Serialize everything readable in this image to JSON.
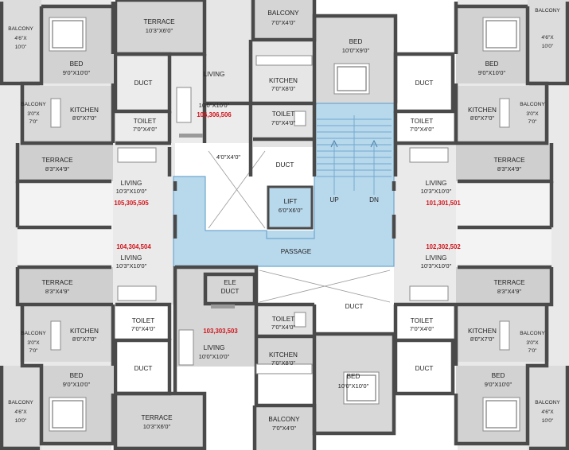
{
  "colors": {
    "background": "#ffffff",
    "floor_light": "#ececec",
    "floor_mid": "#d9d9d9",
    "floor_dark": "#c8c8c8",
    "core_blue": "#b8d8ec",
    "core_stroke": "#6fa8cf",
    "wall": "#4a4a4a",
    "unit_label": "#d0141b"
  },
  "rooms": {
    "terrace_top": {
      "name": "TERRACE",
      "dim": "10'3\"X6'0\""
    },
    "balcony_top_center": {
      "name": "BALCONY",
      "dim": "7'0\"X4'0\""
    },
    "bed_top_center": {
      "name": "BED",
      "dim": "10'0\"X9'0\""
    },
    "balcony_top_left": {
      "name": "BALCONY",
      "dim1": "4'6\"X",
      "dim2": "10'0\""
    },
    "balcony_top_right": {
      "name": "BALCONY",
      "dim1": "4'6\"X",
      "dim2": "10'0\""
    },
    "bed_top_left": {
      "name": "BED",
      "dim": "9'0\"X10'0\""
    },
    "bed_top_right": {
      "name": "BED",
      "dim": "9'0\"X10'0\""
    },
    "duct_tl": {
      "name": "DUCT"
    },
    "duct_tr": {
      "name": "DUCT"
    },
    "living_top": {
      "name": "LIVING",
      "dim": "10'0\"X10'0\""
    },
    "kitchen_top_center": {
      "name": "KITCHEN",
      "dim": "7'0\"X8'0\""
    },
    "toilet_top_center": {
      "name": "TOILET",
      "dim": "7'0\"X4'0\""
    },
    "toilet_tl": {
      "name": "TOILET",
      "dim": "7'0\"X4'0\""
    },
    "toilet_tr": {
      "name": "TOILET",
      "dim": "7'0\"X4'0\""
    },
    "balcony_ml_top": {
      "name": "BALCONY",
      "dim1": "3'0\"X",
      "dim2": "7'0\""
    },
    "balcony_mr_top": {
      "name": "BALCONY",
      "dim1": "3'0\"X",
      "dim2": "7'0\""
    },
    "kitchen_l_top": {
      "name": "KITCHEN",
      "dim": "8'0\"X7'0\""
    },
    "kitchen_r_top": {
      "name": "KITCHEN",
      "dim": "8'0\"X7'0\""
    },
    "lobby_small": {
      "dim": "4'0\"X4'0\""
    },
    "duct_core_top": {
      "name": "DUCT"
    },
    "terrace_l_top": {
      "name": "TERRACE",
      "dim": "8'3\"X4'9\""
    },
    "terrace_r_top": {
      "name": "TERRACE",
      "dim": "8'3\"X4'9\""
    },
    "living_l_top": {
      "name": "LIVING",
      "dim": "10'3\"X10'0\""
    },
    "living_r_top": {
      "name": "LIVING",
      "dim": "10'3\"X10'0\""
    },
    "lift": {
      "name": "LIFT",
      "dim": "6'0\"X6'0\""
    },
    "stair_up": "UP",
    "stair_dn": "DN",
    "passage": "PASSAGE",
    "living_l_bottom": {
      "name": "LIVING",
      "dim": "10'3\"X10'0\""
    },
    "living_r_bottom": {
      "name": "LIVING",
      "dim": "10'3\"X10'0\""
    },
    "terrace_l_bottom": {
      "name": "TERRACE",
      "dim": "8'3\"X4'9\""
    },
    "terrace_r_bottom": {
      "name": "TERRACE",
      "dim": "8'3\"X4'9\""
    },
    "ele_duct": {
      "line1": "ELE",
      "line2": "DUCT"
    },
    "duct_center": {
      "name": "DUCT"
    },
    "toilet_bl": {
      "name": "TOILET",
      "dim": "7'0\"X4'0\""
    },
    "toilet_bottom_center": {
      "name": "TOILET",
      "dim": "7'0\"X4'0\""
    },
    "toilet_br": {
      "name": "TOILET",
      "dim": "7'0\"X4'0\""
    },
    "balcony_ml_bottom": {
      "name": "BALCONY",
      "dim1": "3'0\"X",
      "dim2": "7'0\""
    },
    "balcony_mr_bottom": {
      "name": "BALCONY",
      "dim1": "3'0\"X",
      "dim2": "7'0\""
    },
    "kitchen_l_bottom": {
      "name": "KITCHEN",
      "dim": "8'0\"X7'0\""
    },
    "kitchen_r_bottom": {
      "name": "KITCHEN",
      "dim": "8'0\"X7'0\""
    },
    "living_bottom": {
      "name": "LIVING",
      "dim": "10'0\"X10'0\""
    },
    "kitchen_bottom_center": {
      "name": "KITCHEN",
      "dim": "7'0\"X8'0\""
    },
    "duct_bl": {
      "name": "DUCT"
    },
    "duct_br": {
      "name": "DUCT"
    },
    "bed_bottom_center": {
      "name": "BED",
      "dim": "10'0\"X10'0\""
    },
    "bed_bottom_left": {
      "name": "BED",
      "dim": "9'0\"X10'0\""
    },
    "bed_bottom_right": {
      "name": "BED",
      "dim": "9'0\"X10'0\""
    },
    "balcony_bottom_left": {
      "name": "BALCONY",
      "dim1": "4'6\"X",
      "dim2": "10'0\""
    },
    "balcony_bottom_right": {
      "name": "BALCONY",
      "dim1": "4'6\"X",
      "dim2": "10'0\""
    },
    "terrace_bottom": {
      "name": "TERRACE",
      "dim": "10'3\"X6'0\""
    },
    "balcony_bottom_center": {
      "name": "BALCONY",
      "dim": "7'0\"X4'0\""
    }
  },
  "units": {
    "u106": "106,306,506",
    "u105": "105,305,505",
    "u101": "101,301,501",
    "u104": "104,304,504",
    "u102": "102,302,502",
    "u103": "103,303,503"
  }
}
